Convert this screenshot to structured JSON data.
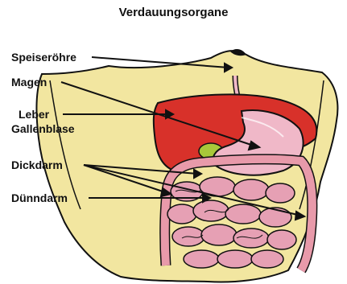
{
  "diagram": {
    "title": "Verdauungsorgane",
    "labels": {
      "speiseroehre": "Speiseröhre",
      "magen": "Magen",
      "leber": "Leber",
      "gallenblase": "Gallenblase",
      "dickdarm": "Dickdarm",
      "duenndarm": "Dünndarm"
    },
    "colors": {
      "body": "#F2E6A0",
      "liver": "#D8312A",
      "stomach": "#F0B8C8",
      "gallbladder": "#A8C83A",
      "colon": "#E89AAA",
      "small_intestine": "#E6A0B4",
      "outline": "#111111"
    }
  }
}
